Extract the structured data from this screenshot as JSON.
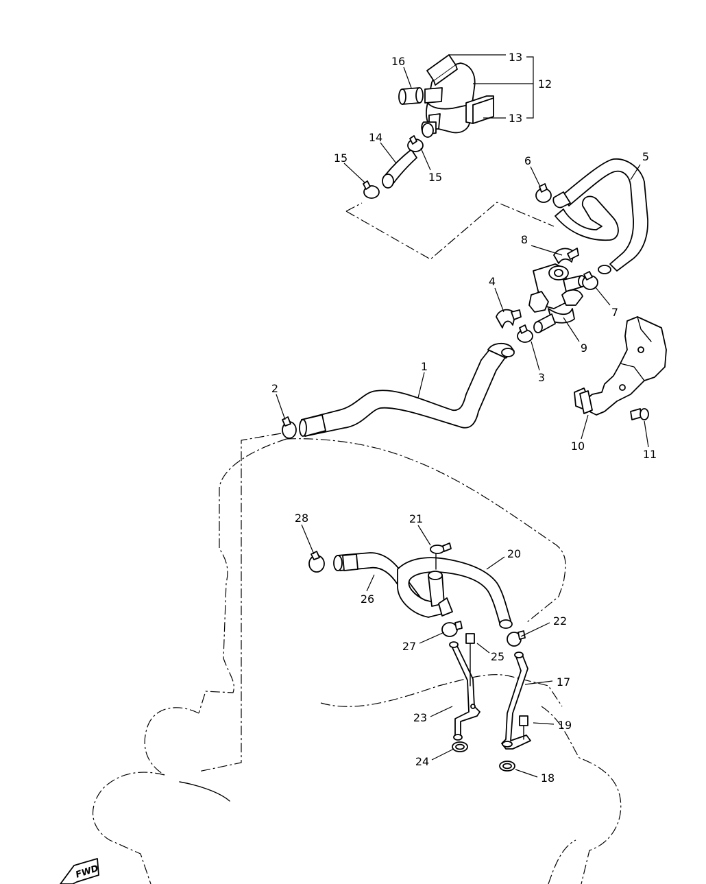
{
  "diagram": {
    "callouts": {
      "p1": "1",
      "p2": "2",
      "p3": "3",
      "p4": "4",
      "p5": "5",
      "p6": "6",
      "p7": "7",
      "p8": "8",
      "p9": "9",
      "p10": "10",
      "p11": "11",
      "p12": "12",
      "p13a": "13",
      "p13b": "13",
      "p14": "14",
      "p15a": "15",
      "p15b": "15",
      "p16": "16",
      "p17": "17",
      "p18": "18",
      "p19": "19",
      "p20": "20",
      "p21": "21",
      "p22": "22",
      "p23": "23",
      "p24": "24",
      "p25": "25",
      "p26": "26",
      "p27": "27",
      "p28": "28"
    },
    "fwd_label": "FWD"
  }
}
